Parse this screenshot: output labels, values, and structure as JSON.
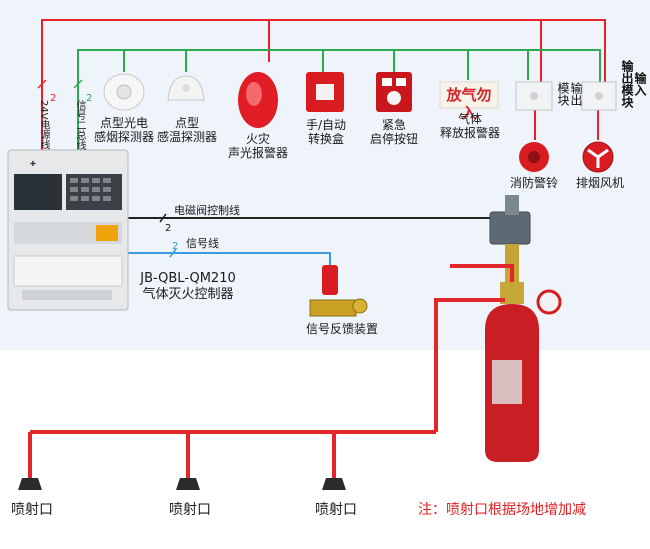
{
  "labels": {
    "power_line": "24V电源线",
    "signal_bus": "信号二总线",
    "smoke_detector": "点型光电\n感烟探测器",
    "heat_detector": "点型\n感温探测器",
    "sound_light_alarm": "火灾\n声光报警器",
    "manual_auto_switch": "手/自动\n转换盒",
    "emergency_button": "紧急\n启停按钮",
    "gas_release_sign": "放气勿入",
    "gas_release_alarm": "气体\n释放报警器",
    "output_module": "输出\n模块",
    "io_module": "输入\n输出模块",
    "fire_bell": "消防警铃",
    "exhaust_fan": "排烟风机",
    "solenoid_line": "电磁阀控制线",
    "signal_line": "信号线",
    "controller_model": "JB-QBL-QM210",
    "controller_name": "气体灭火控制器",
    "feedback_device": "信号反馈装置",
    "nozzle_1": "喷射口",
    "nozzle_2": "喷射口",
    "nozzle_3": "喷射口",
    "note": "注：喷射口根据场地增加减",
    "wire_count_a": "2",
    "wire_count_b": "2",
    "wire_count_c": "2",
    "wire_count_d": "2"
  },
  "colors": {
    "power_wire": "#e8202a",
    "signal_wire": "#2fa84f",
    "solenoid_wire": "#222222",
    "signal_line_wire": "#3a9be0",
    "pipe": "#e3262c",
    "cylinder": "#c81e24",
    "room_bg": "#eef4fa",
    "note_text": "#e02020"
  }
}
